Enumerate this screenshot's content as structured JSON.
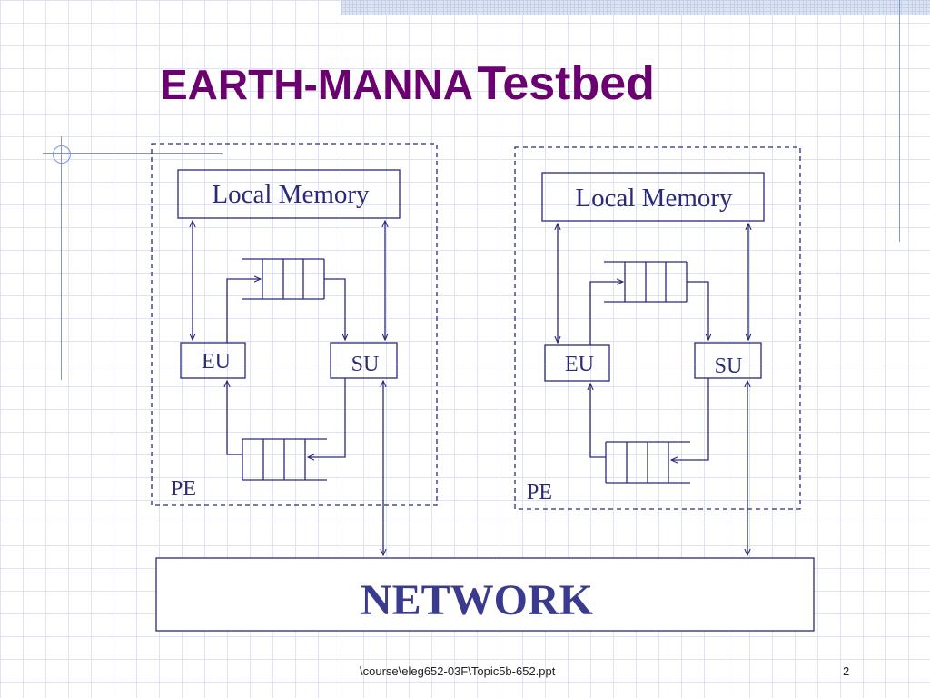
{
  "slide": {
    "title_part1": "EARTH-MANNA",
    "title_part2": "Testbed",
    "footer_path": "\\course\\eleg652-03F\\Topic5b-652.ppt",
    "page_number": "2"
  },
  "diagram": {
    "pe_left": {
      "local_memory": "Local Memory",
      "eu": "EU",
      "su": "SU",
      "pe": "PE"
    },
    "pe_right": {
      "local_memory": "Local Memory",
      "eu": "EU",
      "su": "SU",
      "pe": "PE"
    },
    "network": "NETWORK"
  },
  "colors": {
    "title": "#6b0070",
    "diagram_stroke": "#2a2a7a",
    "grid": "#dde3f2"
  }
}
